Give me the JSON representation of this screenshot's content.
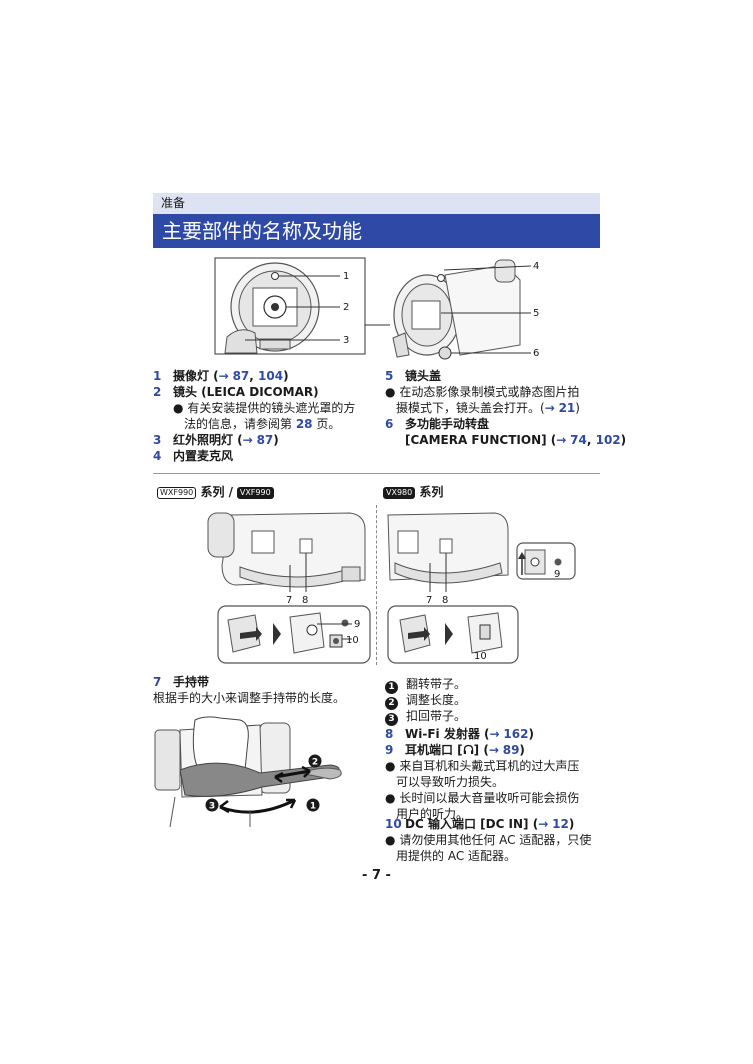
{
  "section_label": "准备",
  "page_title": "主要部件的名称及功能",
  "figure_top": {
    "callouts": [
      "1",
      "2",
      "3",
      "4",
      "5",
      "6"
    ]
  },
  "left_list": [
    {
      "num": "1",
      "label": "摄像灯 (",
      "arrow": "→",
      "ref1": "87",
      "sep": ", ",
      "ref2": "104",
      "end": ")"
    },
    {
      "num": "2",
      "label": "镜头 (LEICA DICOMAR)"
    },
    {
      "bullet": "●",
      "line1": "有关安装提供的镜头遮光罩的方",
      "line2a": "法的信息，请参阅第 ",
      "line2ref": "28",
      "line2b": " 页。"
    },
    {
      "num": "3",
      "label": "红外照明灯 (",
      "arrow": "→",
      "ref1": "87",
      "end": ")"
    },
    {
      "num": "4",
      "label": "内置麦克风"
    }
  ],
  "right_list": [
    {
      "num": "5",
      "label": "镜头盖"
    },
    {
      "bullet": "●",
      "line1": "在动态影像录制模式或静态图片拍",
      "line2a": "摄模式下，镜头盖会打开。(",
      "arrow": "→",
      "ref": "21",
      "line2b": ")"
    },
    {
      "num": "6",
      "label": "多功能手动转盘"
    },
    {
      "line": "[CAMERA FUNCTION] (",
      "arrow": "→",
      "ref1": "74",
      "sep": ", ",
      "ref2": "102",
      "end": ")"
    }
  ],
  "series_left": {
    "badge1": "WXF990",
    "text1": " 系列 /",
    "badge2": "VXF990"
  },
  "series_right": {
    "badge": "VX980",
    "text": " 系列"
  },
  "figure_mid": {
    "callouts_left": [
      "7",
      "8"
    ],
    "inset_left": [
      "9",
      "10"
    ],
    "callouts_right": [
      "7",
      "8"
    ],
    "inset_right_top": "9",
    "inset_right_bottom": "10"
  },
  "item7": {
    "num": "7",
    "label": "手持带",
    "desc": "根据手的大小来调整手持带的长度。"
  },
  "steps": [
    {
      "mark": "1",
      "text": "翻转带子。"
    },
    {
      "mark": "2",
      "text": "调整长度。"
    },
    {
      "mark": "3",
      "text": "扣回带子。"
    }
  ],
  "strap_figure": {
    "marks": [
      "2",
      "3",
      "1"
    ]
  },
  "right_items": [
    {
      "num": "8",
      "label": "Wi-Fi 发射器 (",
      "arrow": "→",
      "ref": "162",
      "end": ")"
    },
    {
      "num": "9",
      "label": "耳机端口 [",
      "icon": "headphone",
      "label2": "] (",
      "arrow": "→",
      "ref": "89",
      "end": ")"
    }
  ],
  "headphone_bullets": [
    {
      "bullet": "●",
      "line1": "来自耳机和头戴式耳机的过大声压",
      "line2": "可以导致听力损失。"
    },
    {
      "bullet": "●",
      "line1": "长时间以最大音量收听可能会损伤",
      "line2": "用户的听力。"
    }
  ],
  "item10": {
    "num": "10",
    "label": "DC 输入端口 [DC IN] (",
    "arrow": "→",
    "ref": "12",
    "end": ")"
  },
  "dc_bullet": {
    "bullet": "●",
    "line1": "请勿使用其他任何 AC 适配器，只使",
    "line2": "用提供的 AC 适配器。"
  },
  "page_number": "- 7 -"
}
